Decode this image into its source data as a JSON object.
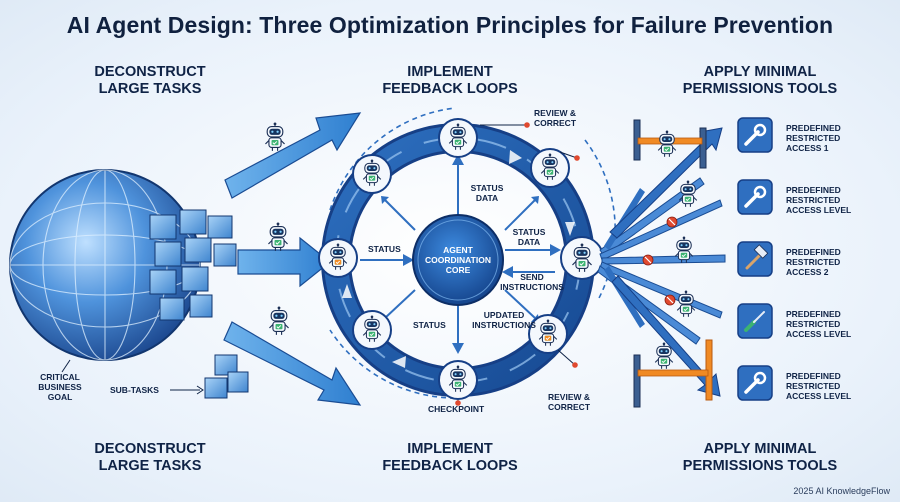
{
  "title": "AI Agent Design: Three Optimization Principles for Failure Prevention",
  "sections": {
    "left": {
      "top_heading": [
        "DECONSTRUCT",
        "LARGE TASKS"
      ],
      "bottom_heading": [
        "DECONSTRUCT",
        "LARGE TASKS"
      ]
    },
    "middle": {
      "top_heading": [
        "IMPLEMENT",
        "FEEDBACK LOOPS"
      ],
      "bottom_heading": [
        "IMPLEMENT",
        "FEEDBACK LOOPS"
      ]
    },
    "right": {
      "top_heading": [
        "APPLY MINIMAL",
        "PERMISSIONS TOOLS"
      ],
      "bottom_heading": [
        "APPLY MINIMAL",
        "PERMISSIONS TOOLS"
      ]
    }
  },
  "left_labels": {
    "goal": [
      "CRITICAL",
      "BUSINESS",
      "GOAL"
    ],
    "subtasks": "SUB-TASKS"
  },
  "loop": {
    "core": [
      "AGENT",
      "COORDINATION",
      "CORE"
    ],
    "review_top": [
      "REVIEW &",
      "CORRECT"
    ],
    "review_bottom": [
      "REVIEW &",
      "CORRECT"
    ],
    "status_data_top": [
      "STATUS",
      "DATA"
    ],
    "status_data_right": [
      "STATUS",
      "DATA"
    ],
    "status_left": "STATUS",
    "send_instructions": [
      "SEND",
      "INSTRUCTIONS"
    ],
    "updated_instructions": [
      "UPDATED",
      "INSTRUCTIONS"
    ],
    "status_bottom": "STATUS",
    "checkpoint": "CHECKPOINT"
  },
  "tools": [
    {
      "icon": "wrench-icon",
      "label": [
        "PREDEFINED",
        "RESTRICTED",
        "ACCESS 1"
      ]
    },
    {
      "icon": "wrench-icon",
      "label": [
        "PREDEFINED",
        "RESTRICTED",
        "ACCESS LEVEL"
      ]
    },
    {
      "icon": "hammer-icon",
      "label": [
        "PREDEFINED",
        "RESTRICTED",
        "ACCESS 2"
      ]
    },
    {
      "icon": "screwdriver-icon",
      "label": [
        "PREDEFINED",
        "RESTRICTED",
        "ACCESS LEVEL"
      ]
    },
    {
      "icon": "wrench-icon",
      "label": [
        "PREDEFINED",
        "RESTRICTED",
        "ACCESS LEVEL"
      ]
    }
  ],
  "credit": "2025 AI KnowledgeFlow",
  "colors": {
    "primary": "#1f5fae",
    "dark": "#0f2346",
    "accent": "#e0492f",
    "check": "#3cb371",
    "warn": "#f08a24"
  }
}
